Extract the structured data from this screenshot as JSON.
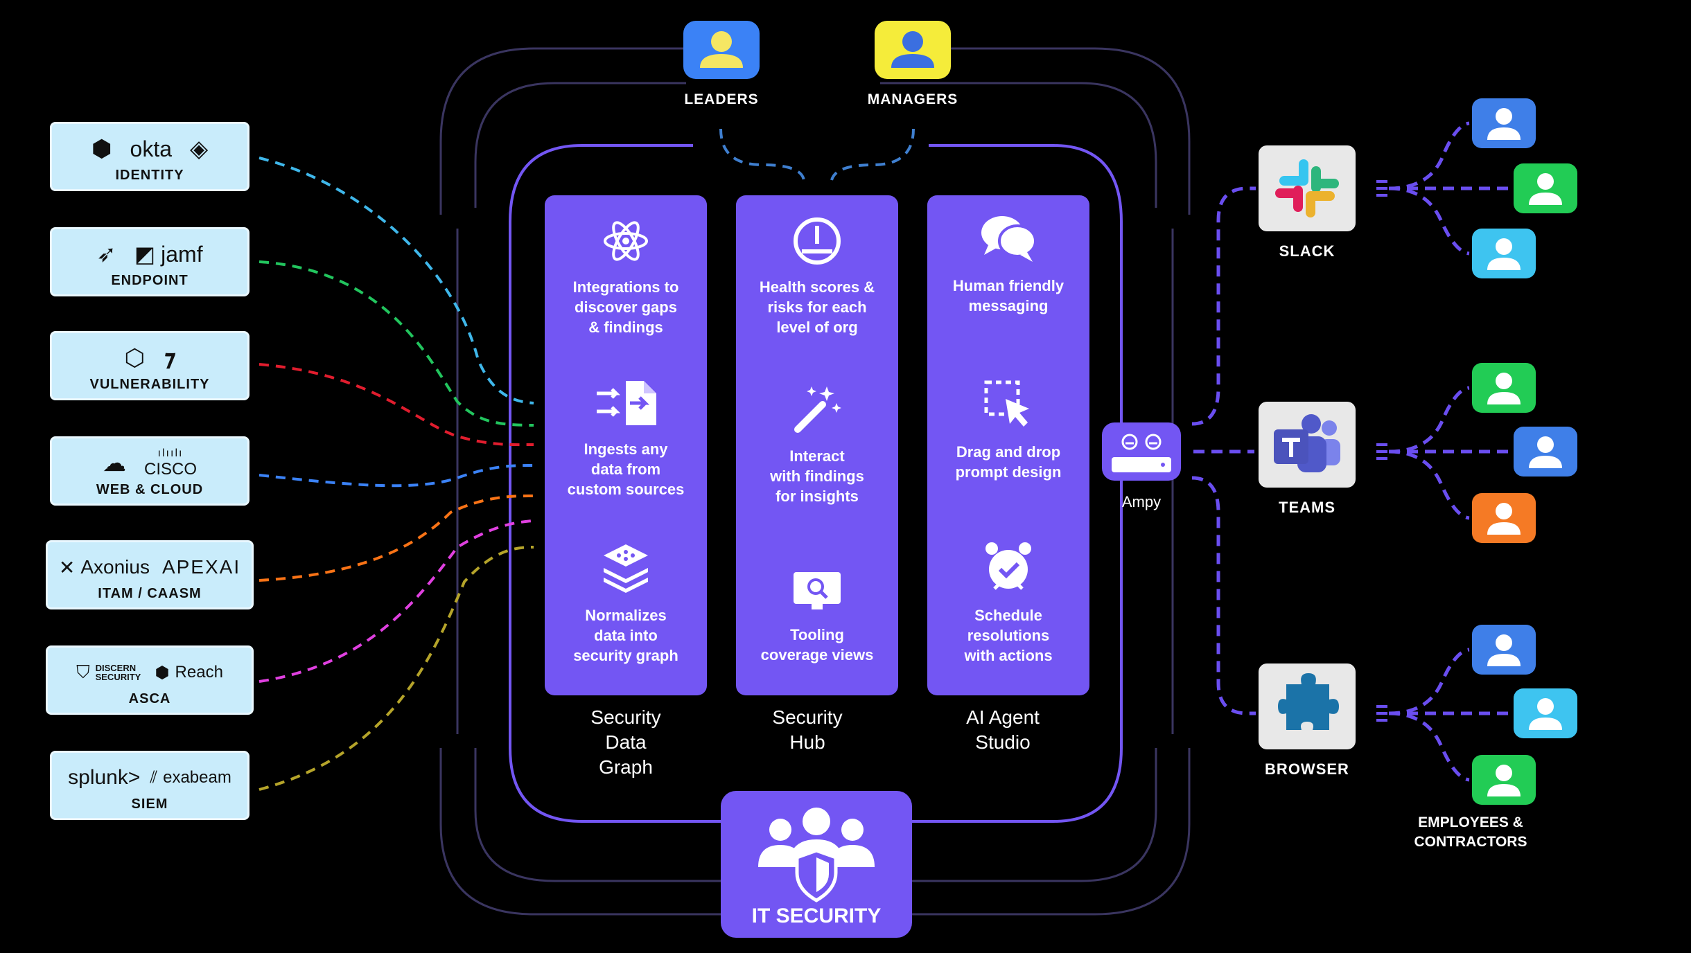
{
  "sources": [
    {
      "category": "IDENTITY",
      "brands": [
        "okta"
      ],
      "color": "#3fb7ea"
    },
    {
      "category": "ENDPOINT",
      "brands": [
        "jamf"
      ],
      "color": "#22c55e"
    },
    {
      "category": "VULNERABILITY",
      "brands": [],
      "color": "#e11d2e"
    },
    {
      "category": "WEB & CLOUD",
      "brands": [
        "CISCO"
      ],
      "color": "#3b82f6"
    },
    {
      "category": "ITAM / CAASM",
      "brands": [
        "Axonius",
        "APEXAI"
      ],
      "color": "#f97316"
    },
    {
      "category": "ASCA",
      "brands": [
        "DISCERN SECURITY",
        "Reach"
      ],
      "color": "#e040e0"
    },
    {
      "category": "SIEM",
      "brands": [
        "splunk>",
        "exabeam"
      ],
      "color": "#b5a42a"
    }
  ],
  "pillars": [
    {
      "title": "Security\nData\nGraph",
      "features": [
        {
          "icon": "atom-icon",
          "text": "Integrations to\ndiscover gaps\n& findings"
        },
        {
          "icon": "file-import-icon",
          "text": "Ingests any\ndata from\ncustom sources"
        },
        {
          "icon": "layers-icon",
          "text": "Normalizes\ndata into\nsecurity graph"
        }
      ]
    },
    {
      "title": "Security\nHub",
      "features": [
        {
          "icon": "gauge-icon",
          "text": "Health scores &\nrisks for each\nlevel of org"
        },
        {
          "icon": "magic-wand-icon",
          "text": "Interact\nwith findings\nfor insights"
        },
        {
          "icon": "monitor-search-icon",
          "text": "Tooling\ncoverage views"
        }
      ]
    },
    {
      "title": "AI Agent\nStudio",
      "features": [
        {
          "icon": "chat-bubbles-icon",
          "text": "Human friendly\nmessaging"
        },
        {
          "icon": "drag-drop-icon",
          "text": "Drag and drop\nprompt design"
        },
        {
          "icon": "alarm-clock-icon",
          "text": "Schedule\nresolutions\nwith actions"
        }
      ]
    }
  ],
  "top_people": [
    {
      "label": "LEADERS",
      "color": "#3b82f6",
      "figure": "#f5e663"
    },
    {
      "label": "MANAGERS",
      "color": "#f5ec3a",
      "figure": "#3b6fe0"
    }
  ],
  "it_security": {
    "label": "IT SECURITY"
  },
  "ampy": {
    "label": "Ampy"
  },
  "channels": [
    {
      "label": "SLACK",
      "icon": "slack-icon",
      "employees": [
        "#3f7fe8",
        "#22cc55",
        "#3ec4f0"
      ]
    },
    {
      "label": "TEAMS",
      "icon": "teams-icon",
      "employees": [
        "#22cc55",
        "#3f7fe8",
        "#f57a25"
      ]
    },
    {
      "label": "BROWSER",
      "icon": "puzzle-icon",
      "employees": [
        "#3f7fe8",
        "#3ec4f0",
        "#22cc55"
      ]
    }
  ],
  "employees_label": "EMPLOYEES &\nCONTRACTORS",
  "colors": {
    "purple": "#7356f3",
    "frame": "#3a3560",
    "dash": "#6a4ef0"
  }
}
